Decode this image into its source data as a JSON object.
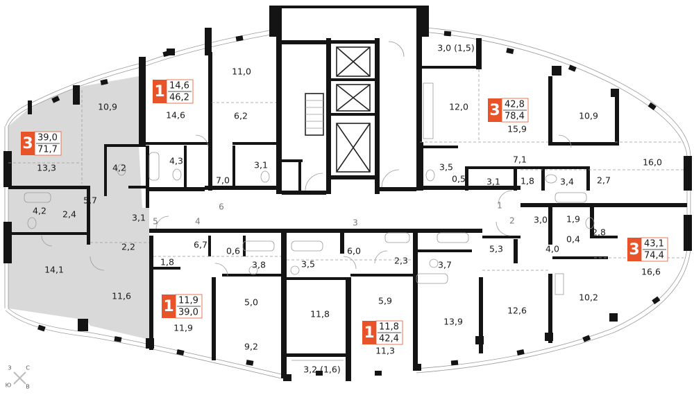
{
  "colors": {
    "badge": "#e8532a",
    "highlight_apartment": "#d9d9d9",
    "wall": "#141414"
  },
  "apartments": [
    {
      "rooms": "3",
      "area_living": "39,0",
      "area_total": "71,7",
      "highlighted": true
    },
    {
      "rooms": "1",
      "area_living": "14,6",
      "area_total": "46,2",
      "highlighted": false
    },
    {
      "rooms": "3",
      "area_living": "42,8",
      "area_total": "78,4",
      "highlighted": false
    },
    {
      "rooms": "3",
      "area_living": "43,1",
      "area_total": "74,4",
      "highlighted": false
    },
    {
      "rooms": "1",
      "area_living": "11,9",
      "area_total": "39,0",
      "highlighted": false
    },
    {
      "rooms": "1",
      "area_living": "11,8",
      "area_total": "42,4",
      "highlighted": false
    }
  ],
  "rooms": [
    "10,9",
    "13,3",
    "4,2",
    "4,2",
    "2,4",
    "5,7",
    "14,1",
    "11,6",
    "3,1",
    "2,2",
    "14,6",
    "11,0",
    "6,2",
    "4,3",
    "7,0",
    "3,1",
    "3,0 (1,5)",
    "12,0",
    "15,9",
    "10,9",
    "16,0",
    "7,1",
    "3,5",
    "0,5",
    "3,1",
    "1,8",
    "3,4",
    "2,7",
    "3,0",
    "1,9",
    "0,4",
    "2,8",
    "4,0",
    "5,3",
    "16,6",
    "10,2",
    "12,6",
    "13,9",
    "3,7",
    "6,7",
    "1,8",
    "0,6",
    "3,8",
    "3,5",
    "6,0",
    "2,3",
    "5,0",
    "11,9",
    "9,2",
    "11,8",
    "5,9",
    "11,3",
    "3,2 (1,6)"
  ],
  "door_numbers": [
    "1",
    "2",
    "3",
    "4",
    "5",
    "6"
  ],
  "compass": {
    "north": "С",
    "west": "З",
    "south": "Ю",
    "east": "В"
  }
}
